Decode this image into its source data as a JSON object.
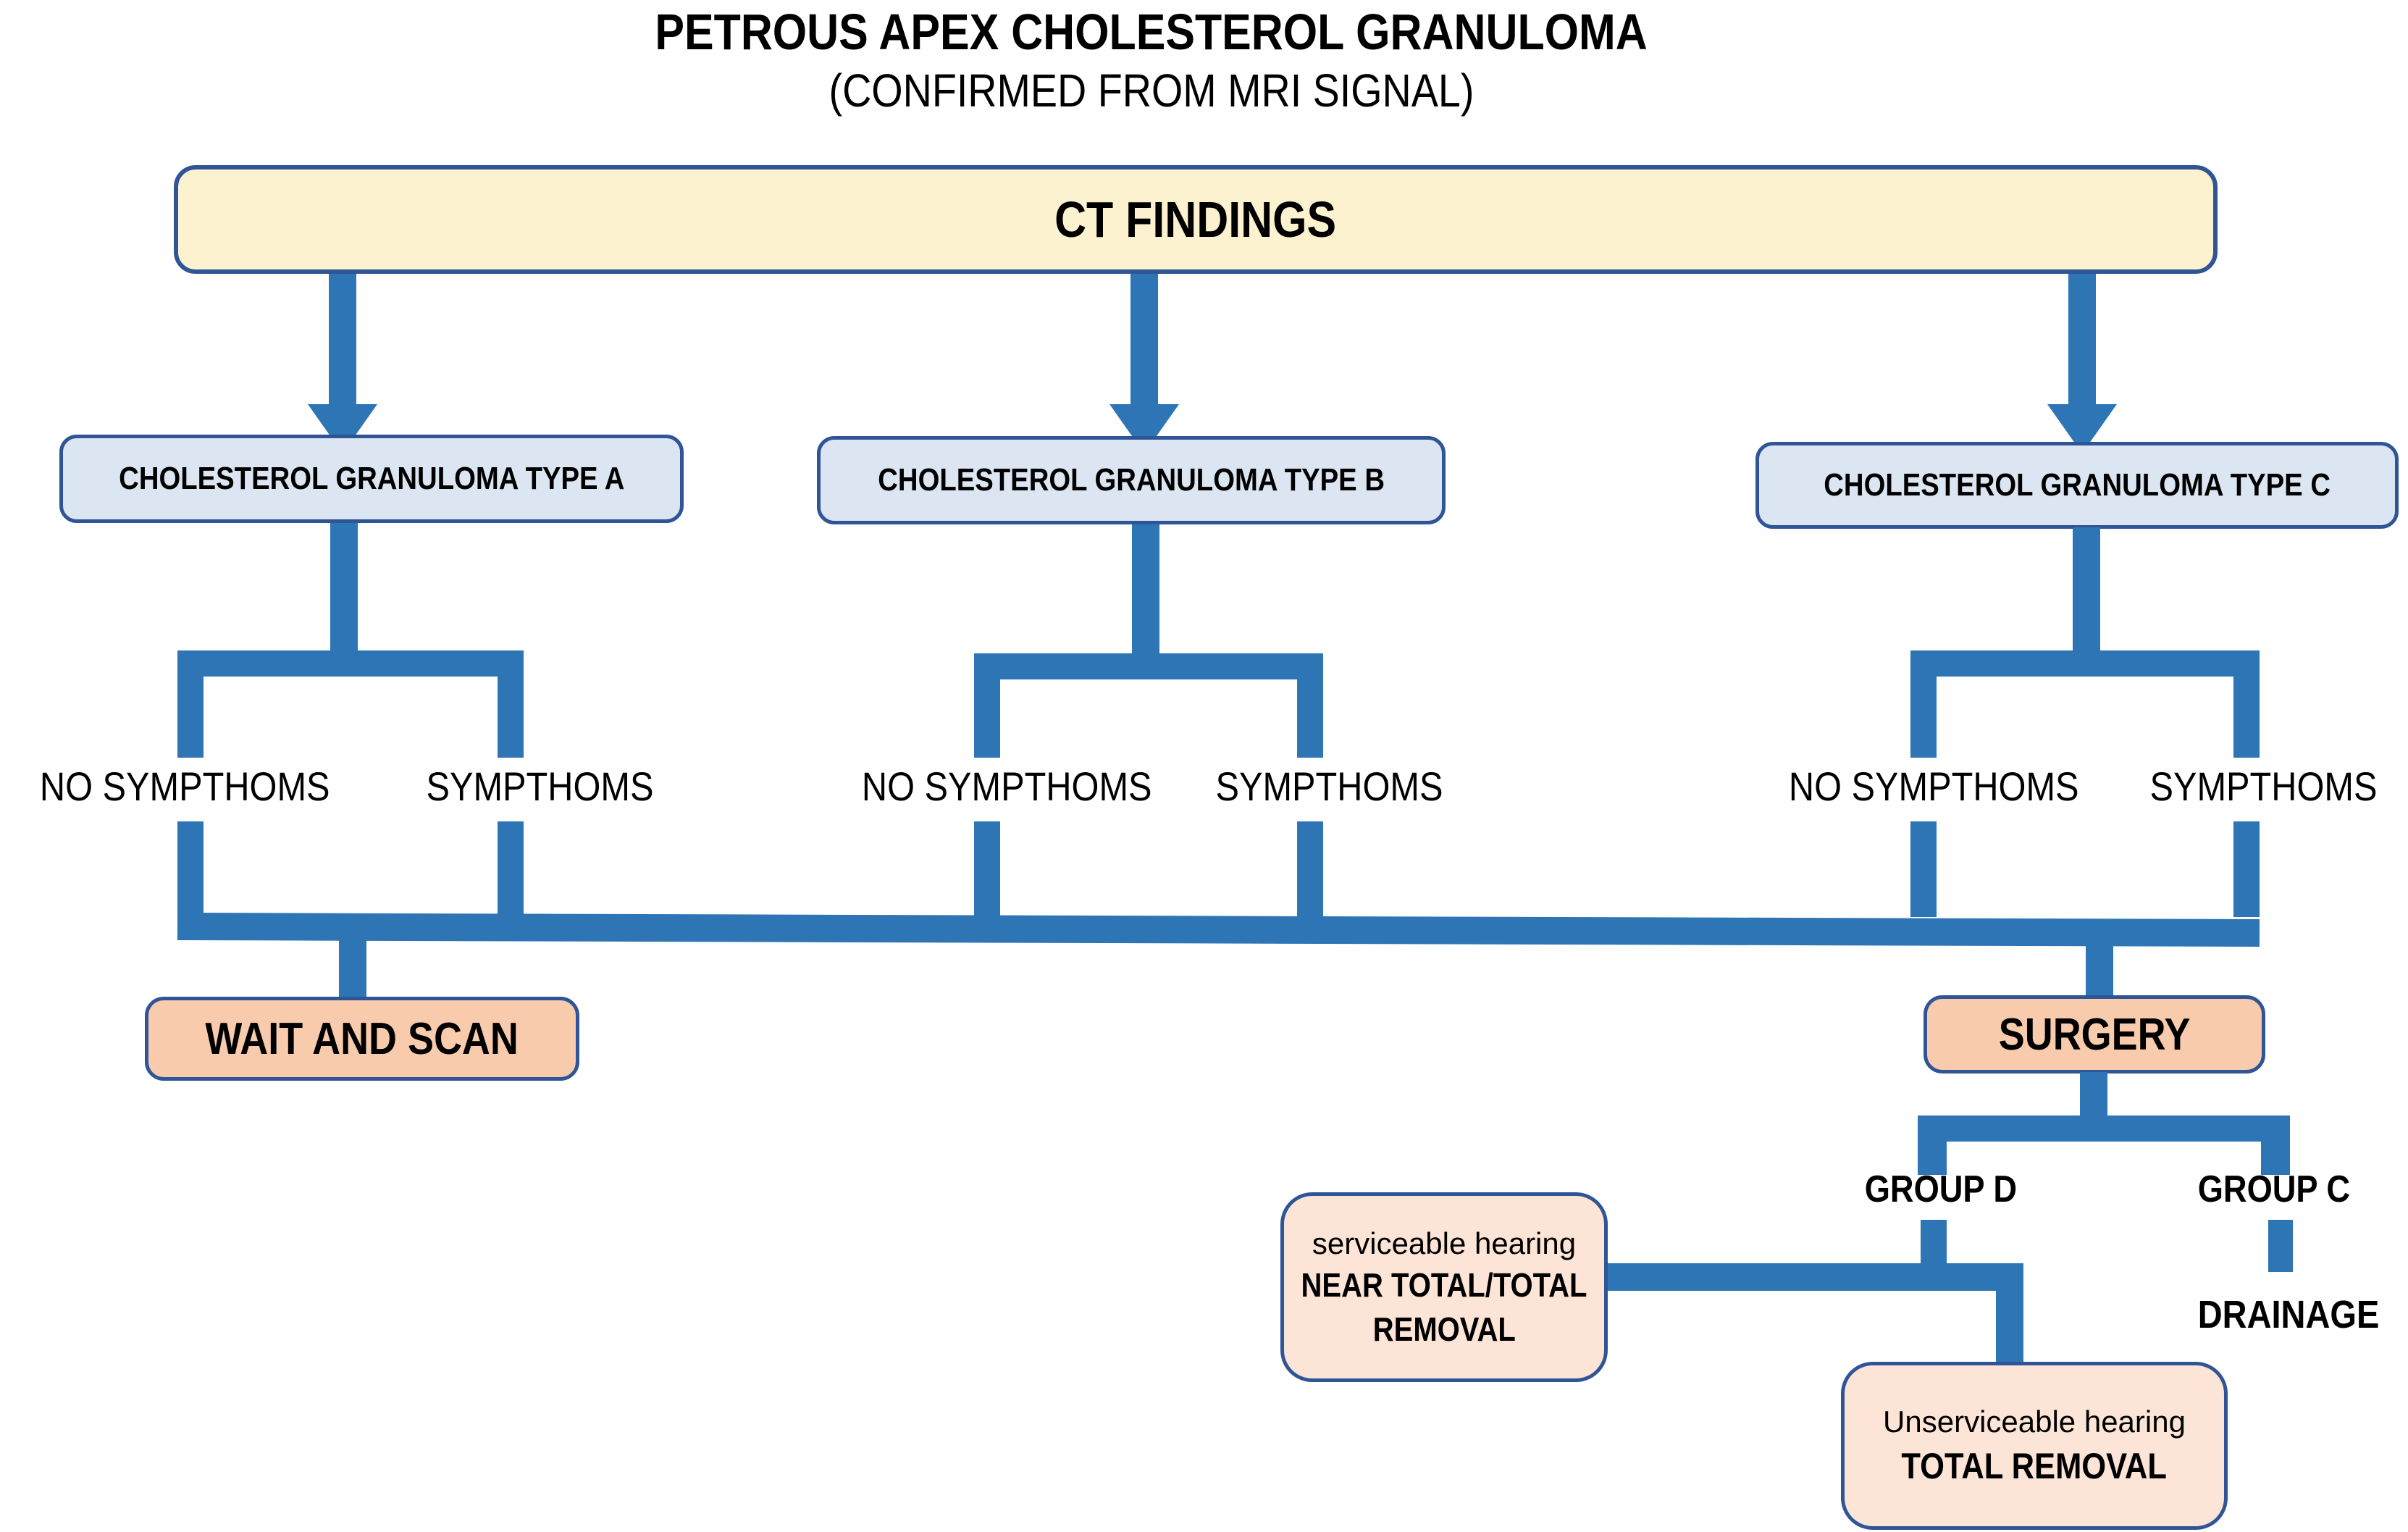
{
  "colors": {
    "connector": "#2E75B6",
    "box_border": "#2F5597",
    "header_fill": "#FCF2CF",
    "type_fill": "#DCE6F2",
    "action_fill": "#F8CBAD",
    "outcome_fill": "#FCE4D6"
  },
  "title": {
    "line1": "PETROUS APEX CHOLESTEROL GRANULOMA",
    "line2": "(CONFIRMED FROM MRI SIGNAL)"
  },
  "nodes": {
    "ct_findings": "CT FINDINGS",
    "type_a": "CHOLESTEROL GRANULOMA TYPE A",
    "type_b": "CHOLESTEROL GRANULOMA TYPE B",
    "type_c": "CHOLESTEROL GRANULOMA TYPE C",
    "wait_and_scan": "WAIT AND SCAN",
    "surgery": "SURGERY",
    "group_d": "GROUP D",
    "group_c": "GROUP C",
    "drainage": "DRAINAGE"
  },
  "symptom_labels": {
    "type_a_no": "NO SYMPTHOMS",
    "type_a_yes": "SYMPTHOMS",
    "type_b_no": "NO SYMPTHOMS",
    "type_b_yes": "SYMPTHOMS",
    "type_c_no": "NO SYMPTHOMS",
    "type_c_yes": "SYMPTHOMS"
  },
  "outcomes": {
    "serviceable": {
      "condition": "serviceable hearing",
      "action_line1": "NEAR TOTAL/TOTAL",
      "action_line2": "REMOVAL"
    },
    "unserviceable": {
      "condition": "Unserviceable hearing",
      "action": "TOTAL REMOVAL"
    }
  }
}
